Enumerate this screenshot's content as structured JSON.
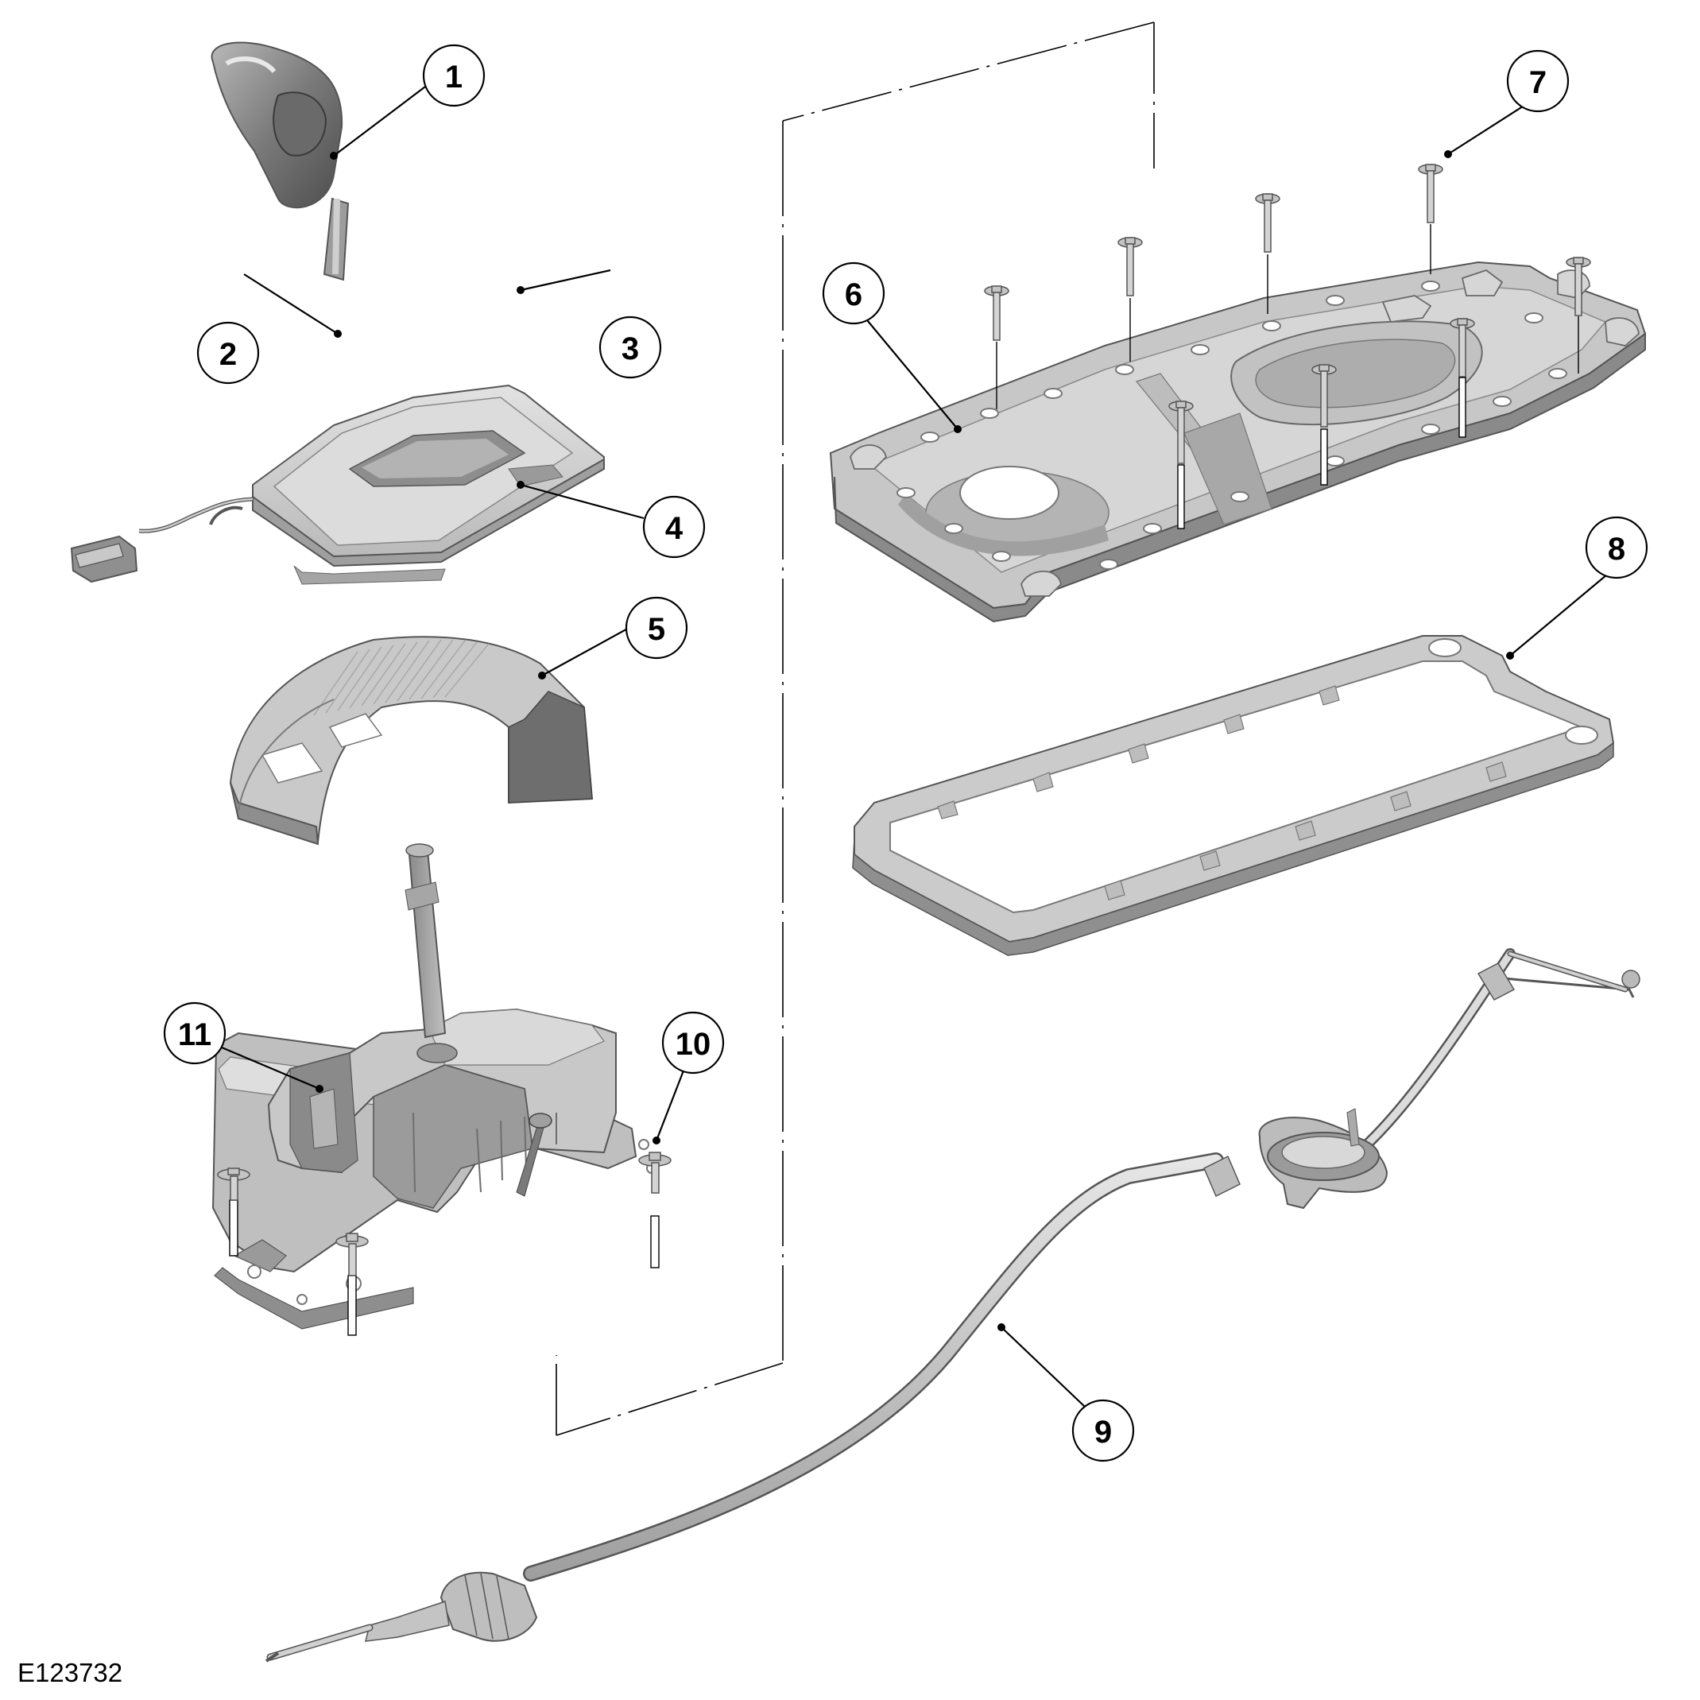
{
  "figure_code": "E123732",
  "callouts": [
    "1",
    "2",
    "3",
    "4",
    "5",
    "6",
    "7",
    "8",
    "9",
    "10",
    "11"
  ],
  "colors": {
    "part_fill": "#cfcfcf",
    "part_shade": "#9a9a9a",
    "part_dark": "#6e6e6e",
    "line": "#000000",
    "background": "#ffffff"
  }
}
